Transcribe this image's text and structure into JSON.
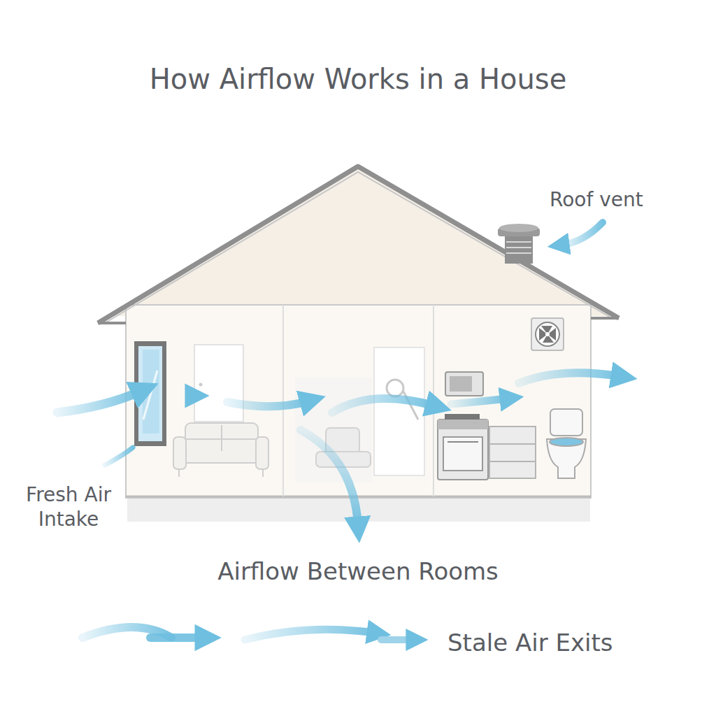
{
  "diagram": {
    "title": "How Airflow Works in a House",
    "labels": [
      "Roof vent",
      "Fresh Air Intake",
      "Airflow Between Rooms",
      "Stale Air Exits"
    ]
  }
}
